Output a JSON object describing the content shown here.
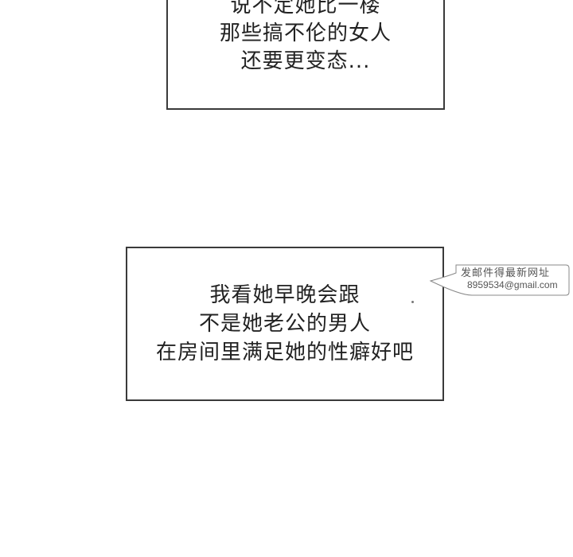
{
  "panels": {
    "top_caption": {
      "lines": [
        "说不定她比一楼",
        "那些搞不伦的女人",
        "还要更变态..."
      ]
    },
    "bottom_caption": {
      "lines": [
        "我看她早晚会跟",
        "不是她老公的男人",
        "在房间里满足她的性癖好吧"
      ]
    }
  },
  "watermark": {
    "line1": "发邮件得最新网址",
    "line2": "8959534@gmail.com"
  }
}
